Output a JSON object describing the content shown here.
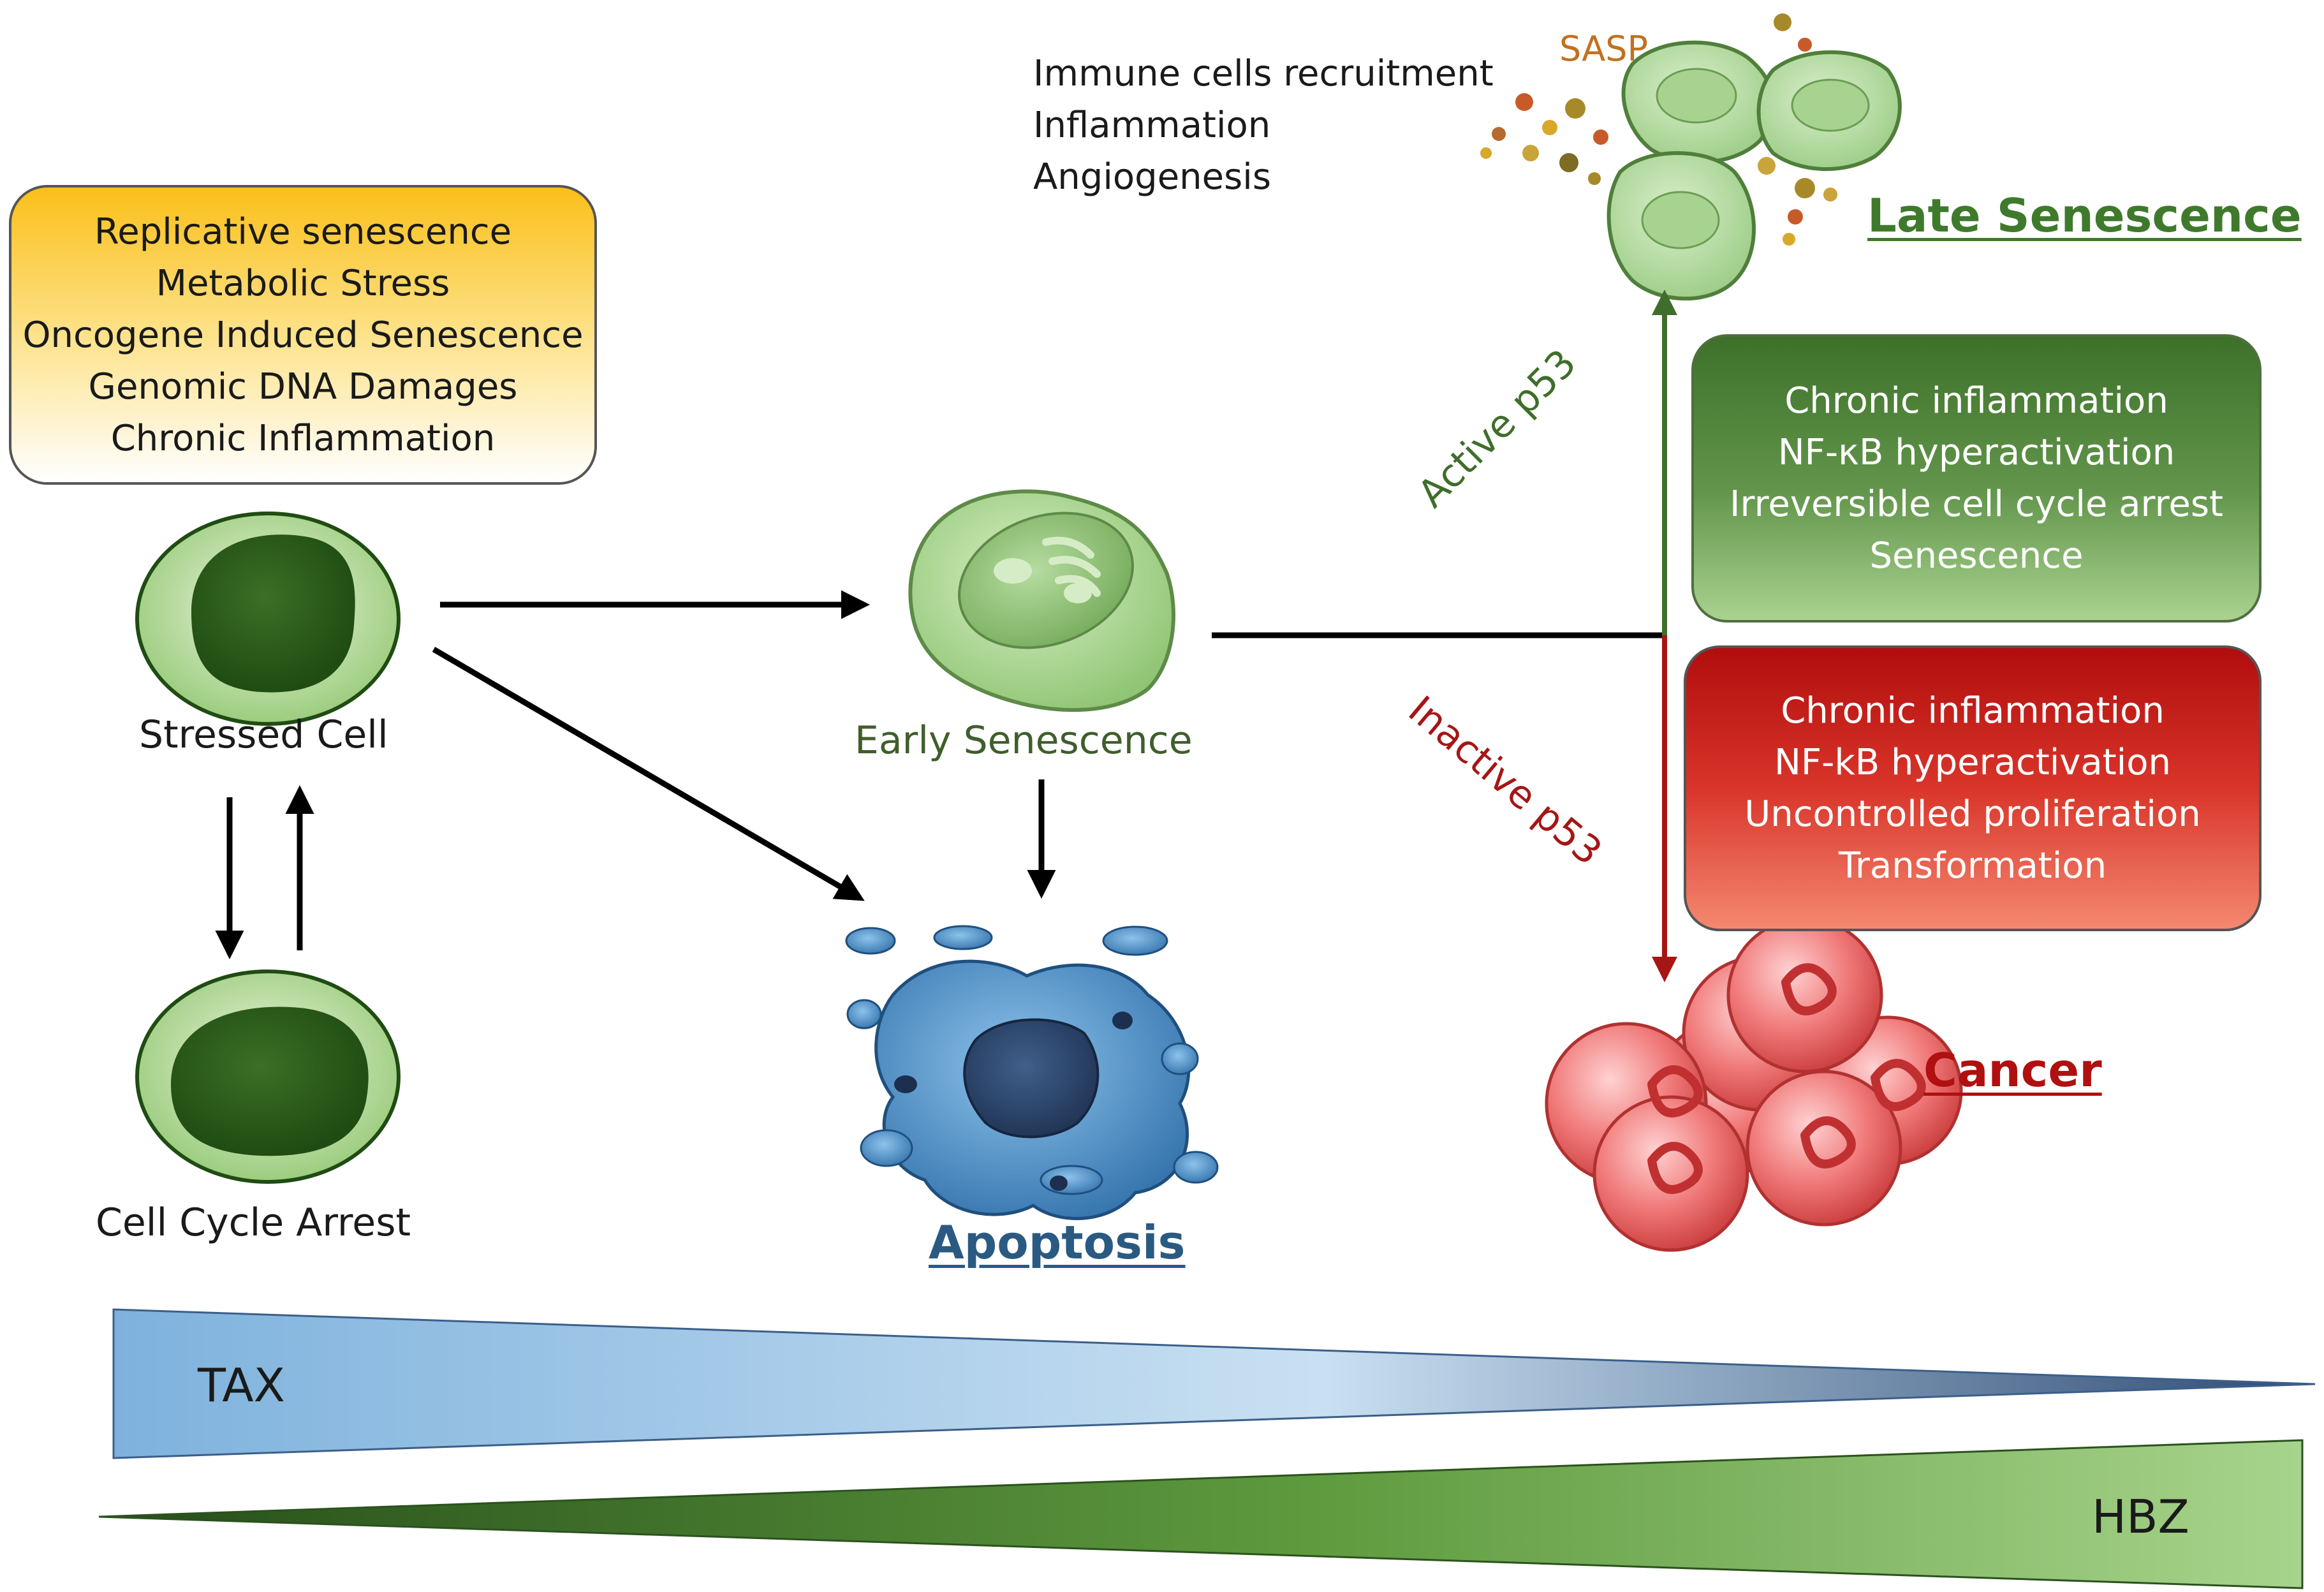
{
  "stress_factors": {
    "items": [
      "Replicative senescence",
      "Metabolic Stress",
      "Oncogene Induced Senescence",
      "Genomic DNA Damages",
      "Chronic Inflammation"
    ]
  },
  "cells": {
    "stressed": "Stressed Cell",
    "arrest": "Cell Cycle Arrest",
    "early": "Early Senescence",
    "apoptosis": "Apoptosis",
    "late": "Late Senescence",
    "cancer": "Cancer"
  },
  "sasp": {
    "label": "SASP",
    "effects": [
      "Immune cells recruitment",
      "Inflammation",
      "Angiogenesis"
    ]
  },
  "pathways": {
    "active": "Active p53",
    "inactive": "Inactive p53"
  },
  "late_features": {
    "items": [
      "Chronic inflammation",
      "NF-κB hyperactivation",
      "Irreversible cell cycle arrest",
      "Senescence"
    ]
  },
  "cancer_features": {
    "items": [
      "Chronic inflammation",
      "NF-kB hyperactivation",
      "Uncontrolled proliferation",
      "Transformation"
    ]
  },
  "gradients": {
    "tax": "TAX",
    "hbz": "HBZ"
  },
  "colors": {
    "late_senescence": "#3f7a2c",
    "cancer": "#b01010",
    "apoptosis": "#2a5a82",
    "early_senescence": "#3f5e2c",
    "sasp": "#c2701f",
    "active_p53": "#3f6e2a",
    "inactive_p53": "#a51616"
  }
}
